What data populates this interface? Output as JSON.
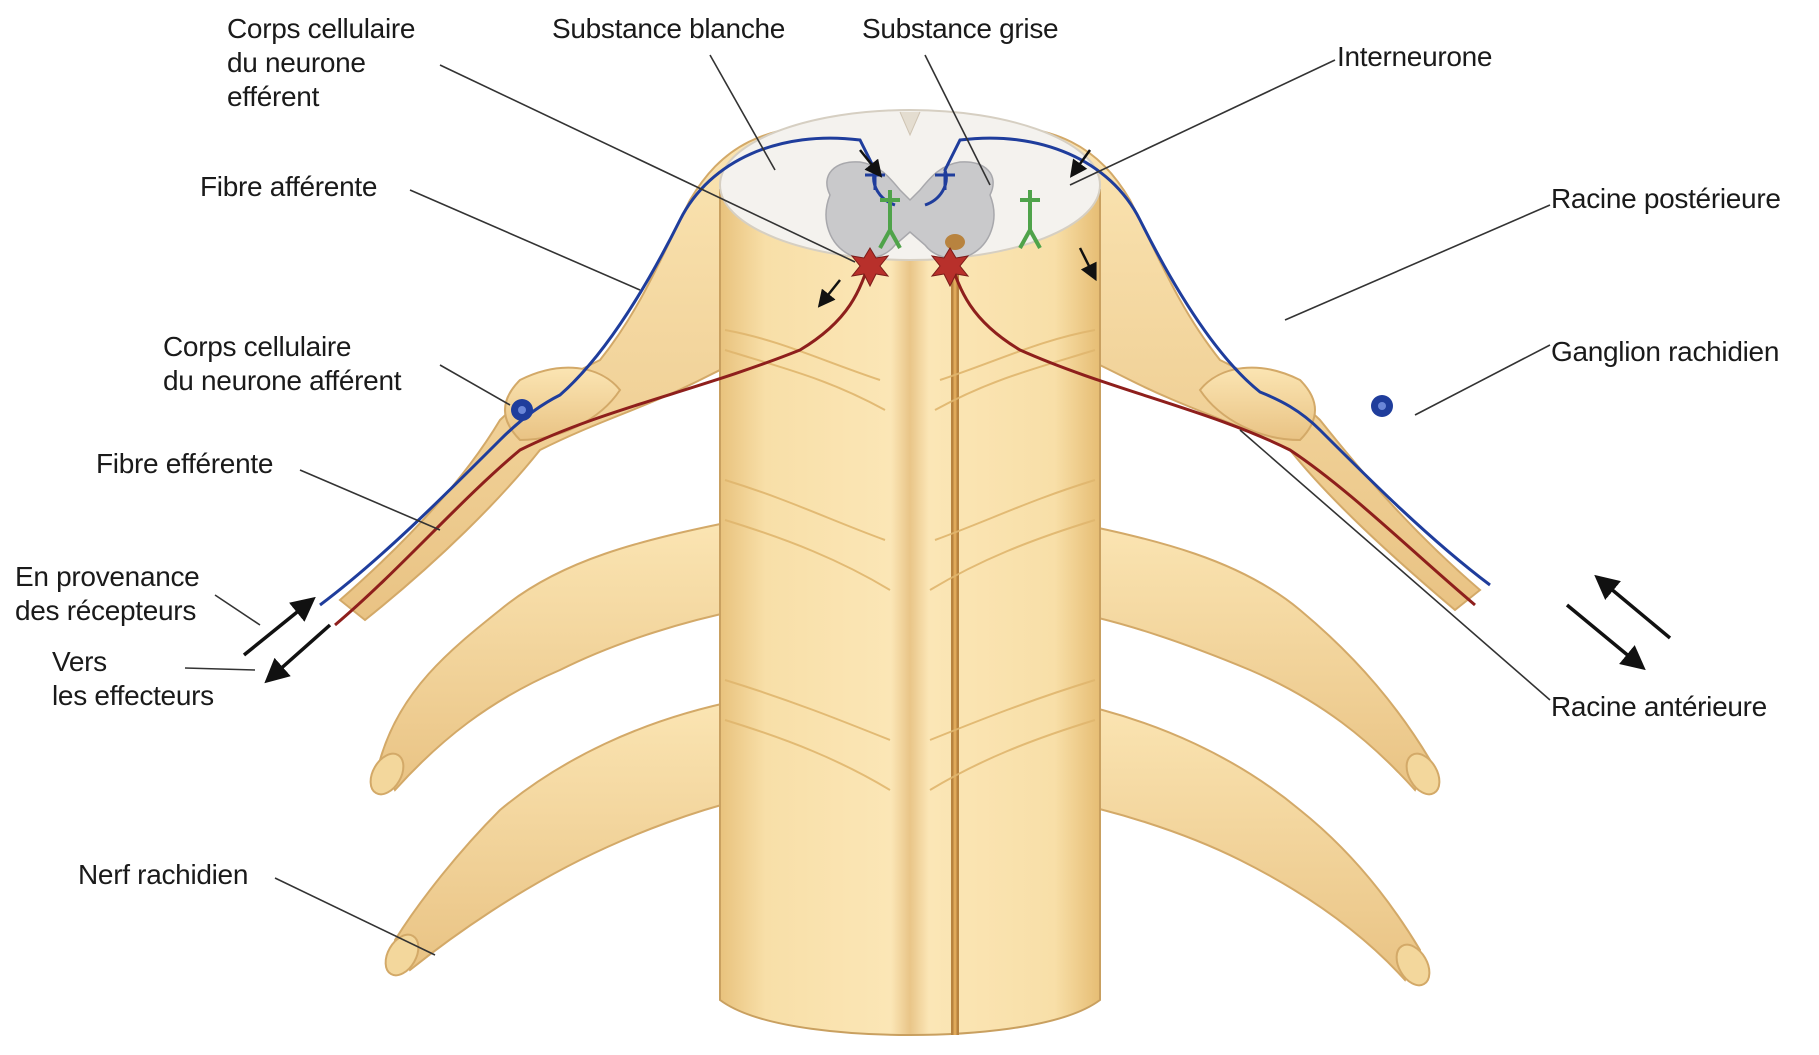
{
  "labels": {
    "corps_efferent": [
      "Corps cellulaire",
      "du neurone",
      "efférent"
    ],
    "substance_blanche": "Substance blanche",
    "substance_grise": "Substance grise",
    "interneurone": "Interneurone",
    "fibre_afferente": "Fibre afférente",
    "racine_posterieure": "Racine postérieure",
    "corps_afferent": [
      "Corps cellulaire",
      "du neurone afférent"
    ],
    "ganglion_rachidien": "Ganglion rachidien",
    "fibre_efferente": "Fibre efférente",
    "en_provenance": [
      "En provenance",
      "des récepteurs"
    ],
    "vers_effecteurs": [
      "Vers",
      "les effecteurs"
    ],
    "racine_anterieure": "Racine antérieure",
    "nerf_rachidien": "Nerf rachidien"
  },
  "colors": {
    "cord": "#f7dda4",
    "cord_shadow": "#e3bc76",
    "cord_outline": "#c9a060",
    "white_matter": "#f4f2ee",
    "gray_matter": "#c9c9cb",
    "afferent_fiber": "#1f3d9c",
    "efferent_fiber": "#8e1f1c",
    "interneuron": "#4fa34a",
    "motor_soma": "#b8302b"
  },
  "icons": [
    "star-soma-icon",
    "ganglion-soma-icon",
    "direction-arrow-icon"
  ]
}
